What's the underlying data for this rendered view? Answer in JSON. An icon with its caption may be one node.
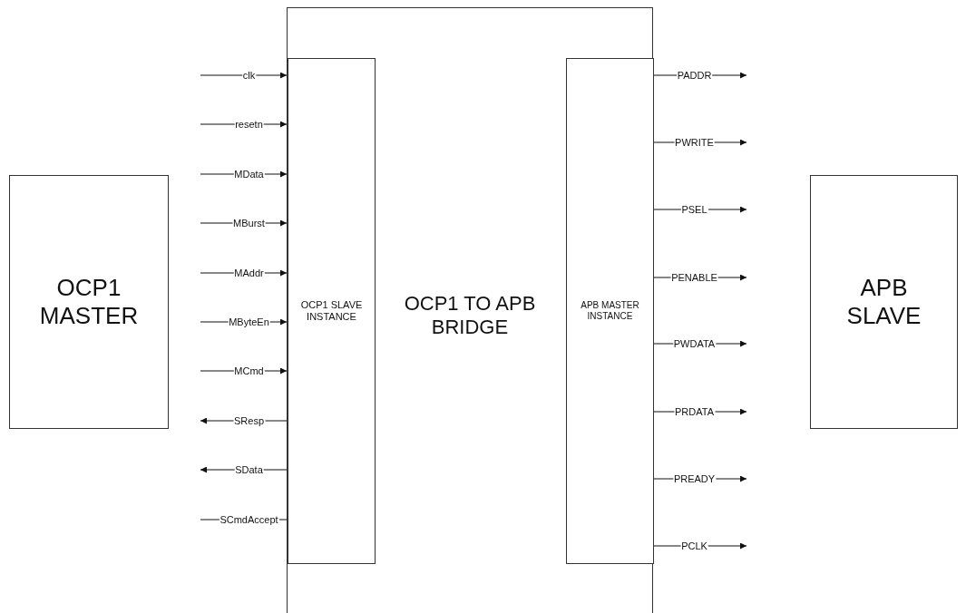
{
  "diagram": {
    "nodes": [
      {
        "text": [
          "OCP1 MASTER"
        ]
      },
      {
        "text": [
          "OCP1 TO APB BRIDGE"
        ]
      },
      {
        "text": [
          "OCP1 SLAVE INSTANCE"
        ],
        "in": 1
      },
      {
        "text": [
          "APB MASTER INSTANCE"
        ],
        "in": 1
      },
      {
        "text": [
          "APB SLAVE"
        ]
      }
    ],
    "edges": [
      {
        "from": null,
        "to": 2,
        "arrow": "to",
        "label": "clk"
      },
      {
        "from": null,
        "to": 2,
        "arrow": "to",
        "label": "resetn"
      },
      {
        "from": null,
        "to": 2,
        "arrow": "to",
        "label": "MData"
      },
      {
        "from": null,
        "to": 2,
        "arrow": "to",
        "label": "MBurst"
      },
      {
        "from": null,
        "to": 2,
        "arrow": "to",
        "label": "MAddr"
      },
      {
        "from": null,
        "to": 2,
        "arrow": "to",
        "label": "MByteEn"
      },
      {
        "from": null,
        "to": 2,
        "arrow": "to",
        "label": "MCmd"
      },
      {
        "from": 2,
        "to": null,
        "arrow": "to",
        "label": "SResp"
      },
      {
        "from": 2,
        "to": null,
        "arrow": "to",
        "label": "SData"
      },
      {
        "from": 2,
        "to": null,
        "arrow": "none",
        "label": "SCmdAccept"
      },
      {
        "from": 3,
        "to": null,
        "arrow": "to",
        "label": "PADDR"
      },
      {
        "from": 3,
        "to": null,
        "arrow": "to",
        "label": "PWRITE"
      },
      {
        "from": 3,
        "to": null,
        "arrow": "to",
        "label": "PSEL"
      },
      {
        "from": 3,
        "to": null,
        "arrow": "to",
        "label": "PENABLE"
      },
      {
        "from": 3,
        "to": null,
        "arrow": "to",
        "label": "PWDATA"
      },
      {
        "from": 3,
        "to": null,
        "arrow": "to",
        "label": "PRDATA"
      },
      {
        "from": 3,
        "to": null,
        "arrow": "to",
        "label": "PREADY"
      },
      {
        "from": 3,
        "to": null,
        "arrow": "to",
        "label": "PCLK"
      }
    ]
  }
}
